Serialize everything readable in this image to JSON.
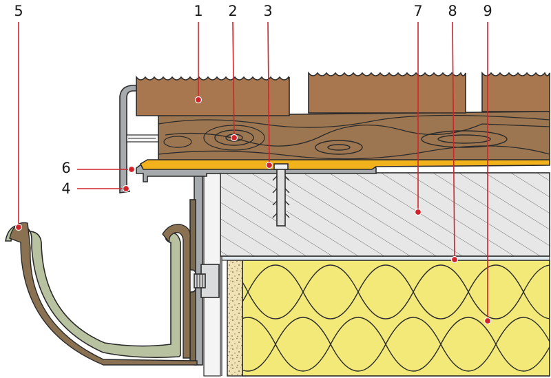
{
  "callouts": [
    {
      "id": "1",
      "label": "1"
    },
    {
      "id": "2",
      "label": "2"
    },
    {
      "id": "3",
      "label": "3"
    },
    {
      "id": "4",
      "label": "4"
    },
    {
      "id": "5",
      "label": "5"
    },
    {
      "id": "6",
      "label": "6"
    },
    {
      "id": "7",
      "label": "7"
    },
    {
      "id": "8",
      "label": "8"
    },
    {
      "id": "9",
      "label": "9"
    }
  ],
  "colors": {
    "leader": "#d2232a",
    "deck_board": "#a9774f",
    "joist_wood": "#9c7650",
    "membrane": "#f2b21c",
    "concrete": "#e6e6e6",
    "insulation": "#f2e978",
    "plaster": "#f0e2b4",
    "gutter_outer": "#8a7152",
    "gutter_inner": "#b8c2a0",
    "metal_profile": "#a7aaad"
  }
}
